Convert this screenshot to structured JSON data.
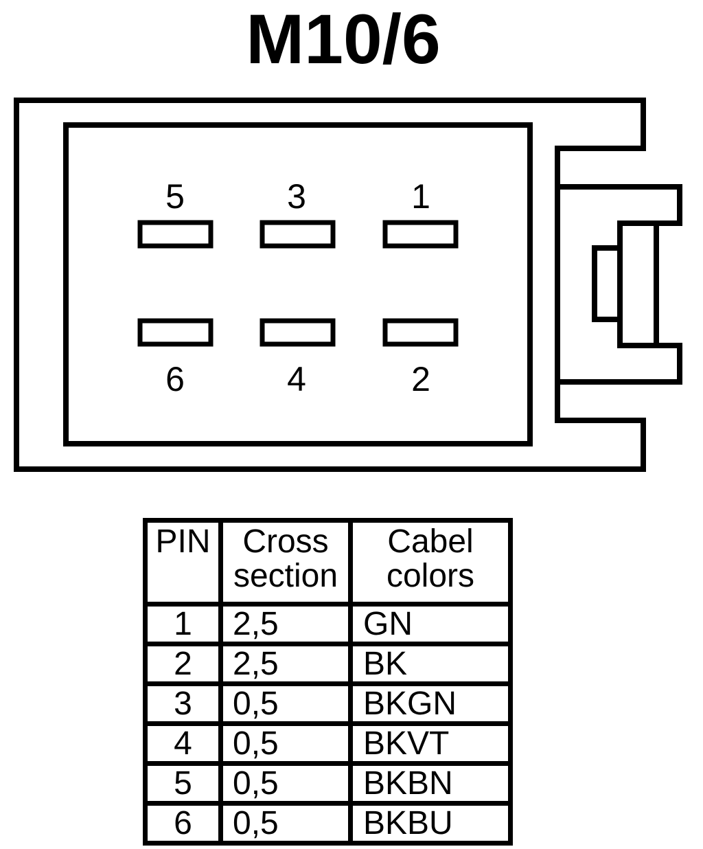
{
  "title": "M10/6",
  "colors": {
    "ink": "#000000",
    "background": "#ffffff"
  },
  "connector": {
    "pins_top": [
      "5",
      "3",
      "1"
    ],
    "pins_bottom": [
      "6",
      "4",
      "2"
    ]
  },
  "table": {
    "headers": [
      "PIN",
      "Cross section",
      "Cabel colors"
    ],
    "rows": [
      {
        "pin": "1",
        "cross_section": "2,5",
        "cable_color": "GN"
      },
      {
        "pin": "2",
        "cross_section": "2,5",
        "cable_color": "BK"
      },
      {
        "pin": "3",
        "cross_section": "0,5",
        "cable_color": "BKGN"
      },
      {
        "pin": "4",
        "cross_section": "0,5",
        "cable_color": "BKVT"
      },
      {
        "pin": "5",
        "cross_section": "0,5",
        "cable_color": "BKBN"
      },
      {
        "pin": "6",
        "cross_section": "0,5",
        "cable_color": "BKBU"
      }
    ]
  }
}
